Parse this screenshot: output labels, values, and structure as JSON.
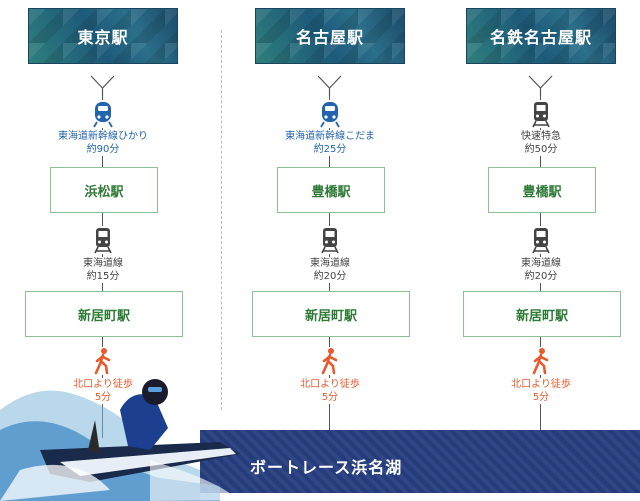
{
  "routes": [
    {
      "origin": "東京駅",
      "legs": [
        {
          "icon": "shinkansen-icon",
          "line": "東海道新幹線ひかり",
          "time": "約90分",
          "color": "#2364ad"
        },
        {
          "icon": "train-icon",
          "line": "東海道線",
          "time": "約15分",
          "color": "#444444"
        }
      ],
      "stations": [
        "浜松駅",
        "新居町駅"
      ],
      "walk": {
        "icon": "walking-person-icon",
        "line": "北口より徒歩",
        "time": "5分",
        "color": "#e85a2e"
      }
    },
    {
      "origin": "名古屋駅",
      "legs": [
        {
          "icon": "shinkansen-icon",
          "line": "東海道新幹線こだま",
          "time": "約25分",
          "color": "#2364ad"
        },
        {
          "icon": "train-icon",
          "line": "東海道線",
          "time": "約20分",
          "color": "#444444"
        }
      ],
      "stations": [
        "豊橋駅",
        "新居町駅"
      ],
      "walk": {
        "icon": "walking-person-icon",
        "line": "北口より徒歩",
        "time": "5分",
        "color": "#e85a2e"
      }
    },
    {
      "origin": "名鉄名古屋駅",
      "legs": [
        {
          "icon": "train-icon",
          "line": "快速特急",
          "time": "約50分",
          "color": "#444444"
        },
        {
          "icon": "train-icon",
          "line": "東海道線",
          "time": "約20分",
          "color": "#444444"
        }
      ],
      "stations": [
        "豊橋駅",
        "新居町駅"
      ],
      "walk": {
        "icon": "walking-person-icon",
        "line": "北口より徒歩",
        "time": "5分",
        "color": "#e85a2e"
      }
    }
  ],
  "destination": "ボートレース浜名湖",
  "colors": {
    "station_text": "#2f7a36",
    "banner": "#243b7c",
    "shinkansen": "#2364ad",
    "walk": "#e85a2e"
  }
}
